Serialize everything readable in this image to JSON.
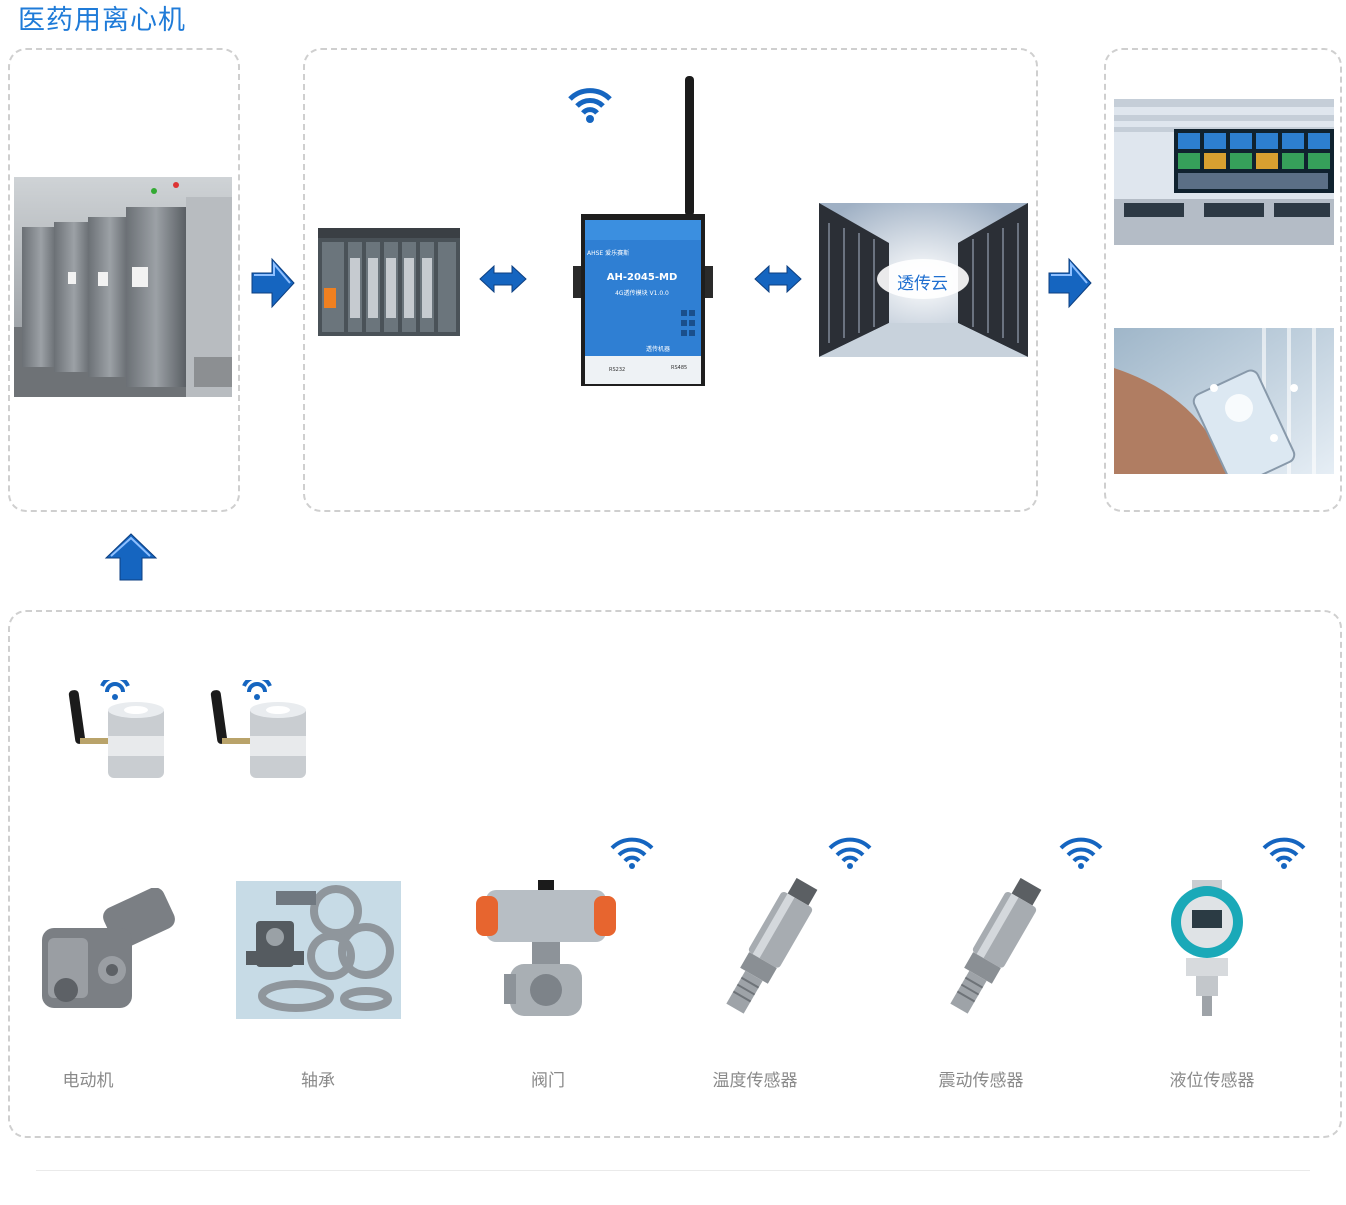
{
  "title": "医药用离心机",
  "router": {
    "model": "AH-2045-MD",
    "subtitle": "4G透传模块",
    "version": "V1.0.0",
    "brand_top": "AHSE 爱乐赛斯",
    "brand_bottom": "透传机器",
    "ports": [
      "RS232",
      "RS485"
    ]
  },
  "cloud": {
    "label": "透传云"
  },
  "devices": [
    {
      "label": "电动机",
      "icon": "motor-icon"
    },
    {
      "label": "轴承",
      "icon": "bearing-icon"
    },
    {
      "label": "阀门",
      "icon": "valve-icon"
    },
    {
      "label": "温度传感器",
      "icon": "temperature-sensor-icon"
    },
    {
      "label": "震动传感器",
      "icon": "vibration-sensor-icon"
    },
    {
      "label": "液位传感器",
      "icon": "level-sensor-icon"
    }
  ],
  "colors": {
    "accent": "#1f7bd8",
    "arrow": "#1565c0",
    "router_body": "#2f7fd3",
    "panel_border": "#cfcfcf",
    "label_text": "#8a8a8a"
  }
}
